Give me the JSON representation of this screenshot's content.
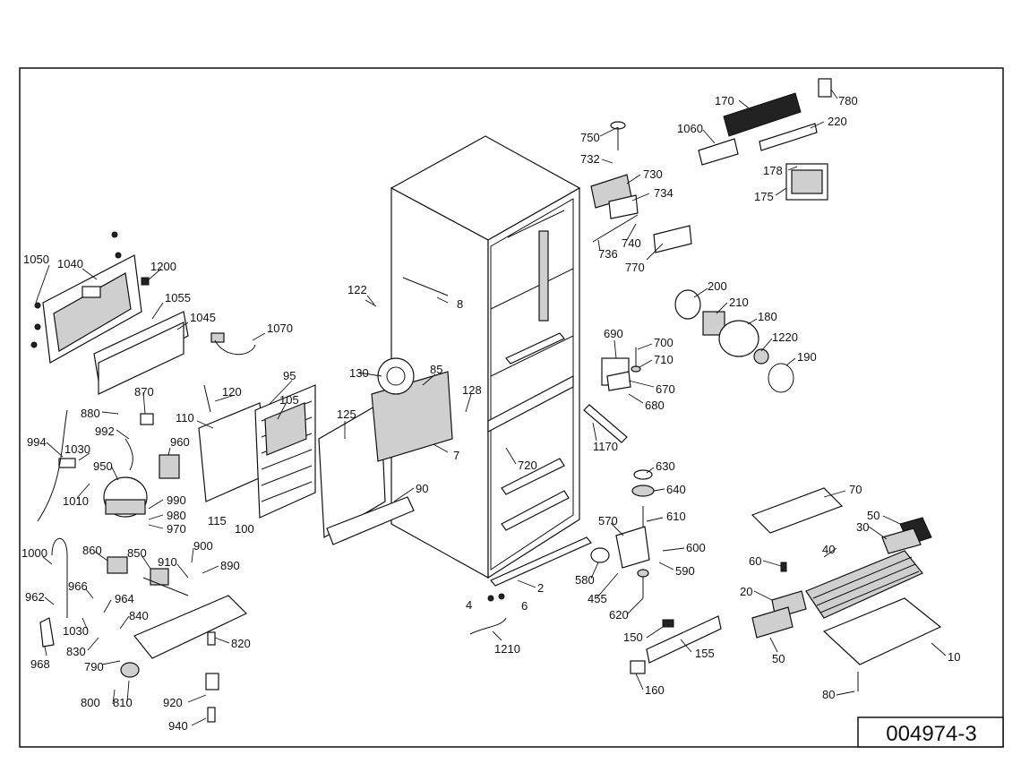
{
  "diagram": {
    "document_id": "004974-3",
    "callouts": [
      "1050",
      "1040",
      "1200",
      "1055",
      "1045",
      "1070",
      "870",
      "880",
      "992",
      "994",
      "1030",
      "950",
      "960",
      "1010",
      "990",
      "980",
      "970",
      "1000",
      "962",
      "966",
      "964",
      "840",
      "1030",
      "830",
      "790",
      "968",
      "800",
      "810",
      "860",
      "850",
      "910",
      "900",
      "890",
      "820",
      "920",
      "940",
      "120",
      "110",
      "115",
      "105",
      "100",
      "95",
      "122",
      "8",
      "130",
      "85",
      "128",
      "125",
      "7",
      "90",
      "720",
      "2",
      "4",
      "6",
      "1210",
      "750",
      "732",
      "730",
      "734",
      "736",
      "740",
      "770",
      "170",
      "780",
      "1060",
      "220",
      "178",
      "175",
      "200",
      "210",
      "180",
      "1220",
      "190",
      "690",
      "700",
      "710",
      "670",
      "680",
      "1170",
      "630",
      "640",
      "570",
      "610",
      "600",
      "590",
      "580",
      "455",
      "620",
      "150",
      "155",
      "160",
      "70",
      "50",
      "30",
      "40",
      "60",
      "20",
      "50",
      "10",
      "80"
    ]
  }
}
